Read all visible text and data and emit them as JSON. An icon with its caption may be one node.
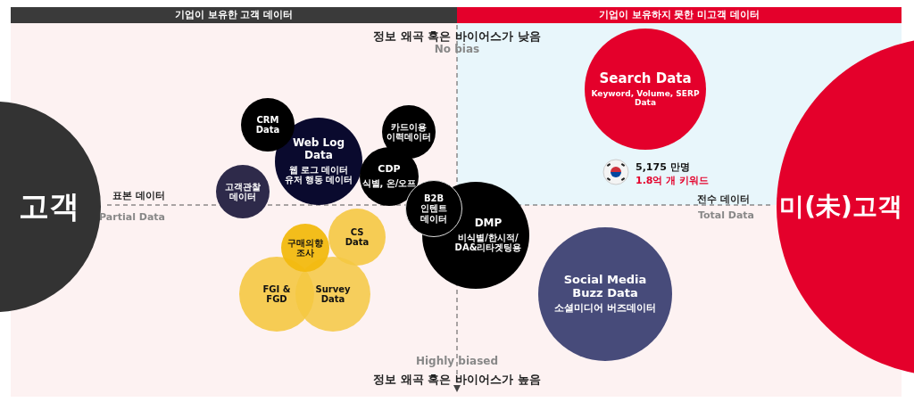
{
  "diagram": {
    "nodes": [
      {
        "text": [
          "기업이 보유한 고객 데이터"
        ]
      },
      {
        "text": [
          "기업이 보유하지 못한 미고객 데이터"
        ]
      },
      {
        "text": [
          "고객"
        ]
      },
      {
        "text": [
          "미(未)고객"
        ]
      },
      {
        "text": [
          "Search Data",
          "Keyword, Volume, SERP Data"
        ]
      },
      {
        "text": [
          "CRM Data"
        ]
      },
      {
        "text": [
          "카드이용 이력데이터"
        ]
      },
      {
        "text": [
          "Web Log Data",
          "웹 로그 데이터 유저 행동 데이터"
        ]
      },
      {
        "text": [
          "고객관찰 데이터"
        ]
      },
      {
        "text": [
          "CDP",
          "식별, 온/오프"
        ]
      },
      {
        "text": [
          "B2B 인텐트 데이터"
        ]
      },
      {
        "text": [
          "DMP",
          "비식별/한시적/ DA&리타겟팅용"
        ]
      },
      {
        "text": [
          "CS Data"
        ]
      },
      {
        "text": [
          "구매의향 조사"
        ]
      },
      {
        "text": [
          "FGI & FGD"
        ]
      },
      {
        "text": [
          "Survey Data"
        ]
      },
      {
        "text": [
          "Social Media Buzz Data",
          "소셜미디어 버즈데이터"
        ]
      }
    ],
    "labels": [
      "정보 왜곡 혹은 바이어스가 낮음",
      "No bias",
      "표본 데이터",
      "Partial Data",
      "5,175 만명",
      "1.8억 개 키워드",
      "전수 데이터",
      "Total Data",
      "Highly biased",
      "정보 왜곡 혹은 바이어스가 높음"
    ]
  }
}
